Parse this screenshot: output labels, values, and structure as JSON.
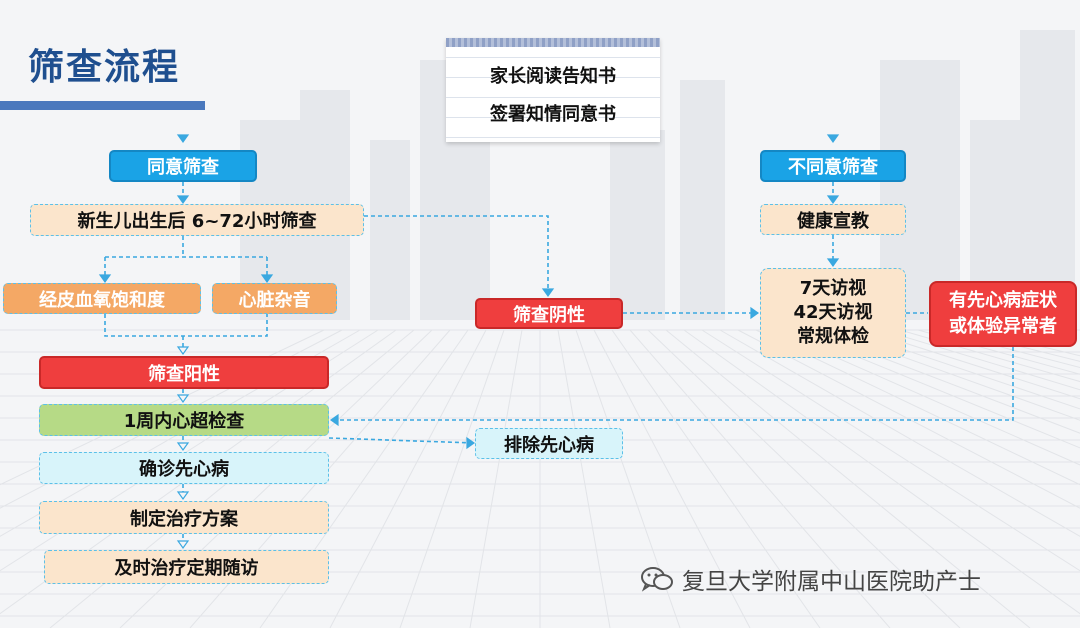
{
  "title": "筛查流程",
  "notice": {
    "line1": "家长阅读告知书",
    "line2": "签署知情同意书"
  },
  "left": {
    "consent": "同意筛查",
    "screening_time": "新生儿出生后 6~72小时筛查",
    "method_a": "经皮血氧饱和度",
    "method_b": "心脏杂音",
    "positive": "筛查阳性",
    "echo": "1周内心超检查",
    "confirmed": "确诊先心病",
    "plan": "制定治疗方案",
    "followup": "及时治疗定期随访"
  },
  "middle": {
    "negative": "筛查阴性",
    "excluded": "排除先心病"
  },
  "right": {
    "refuse": "不同意筛查",
    "education": "健康宣教",
    "visit1": "7天访视",
    "visit2": "42天访视",
    "visit3": "常规体检",
    "symptoms1": "有先心病症状",
    "symptoms2": "或体验异常者"
  },
  "watermark": "复旦大学附属中山医院助产士",
  "colors": {
    "title": "#1f4f8f",
    "blue_box": "#1aa3e6",
    "red_box": "#ef3e3e",
    "orange_box": "#f4a865",
    "green_box": "#b6da86",
    "cream_box": "#fbe5cc",
    "cyan_box": "#d8f4fa",
    "connector": "#3aa8e0"
  }
}
